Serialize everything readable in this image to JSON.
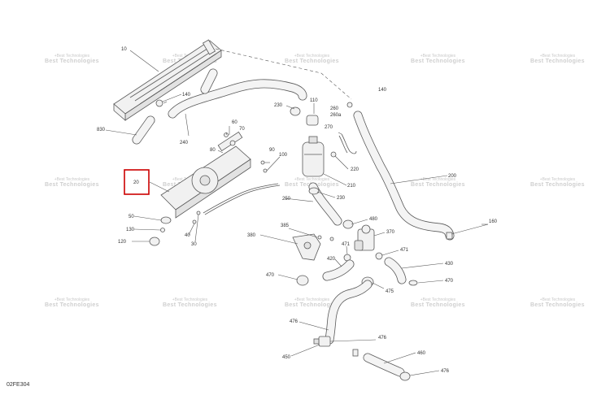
{
  "watermark": {
    "line1": "Best Technologies",
    "line2": "+Best Technologies"
  },
  "diagram_code": "02FE304",
  "highlight": {
    "label": "20",
    "color": "#cc0000"
  },
  "callouts": {
    "c10": "10",
    "c140a": "140",
    "c140b": "140",
    "c830": "830",
    "c240": "240",
    "c230a": "230",
    "c110": "110",
    "c260": "260",
    "c260a": "260a",
    "c270": "270",
    "c60": "60",
    "c70": "70",
    "c80": "80",
    "c90": "90",
    "c100": "100",
    "c220": "220",
    "c210": "210",
    "c230b": "230",
    "c200": "200",
    "c250": "250",
    "c160": "160",
    "c50": "50",
    "c130": "130",
    "c120": "120",
    "c40": "40",
    "c30": "30",
    "c385": "385",
    "c480": "480",
    "c380": "380",
    "c370": "370",
    "c471a": "471",
    "c471b": "471",
    "c420": "420",
    "c430": "430",
    "c470a": "470",
    "c470b": "470",
    "c475": "475",
    "c476a": "476",
    "c476b": "476",
    "c450": "450",
    "c460": "460",
    "c476c": "476"
  }
}
